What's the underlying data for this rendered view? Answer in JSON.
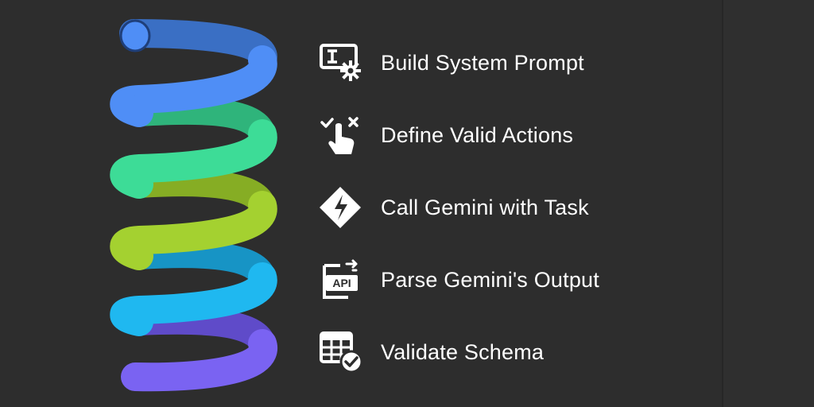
{
  "colors": {
    "background": "#2d2d2d",
    "text": "#ffffff",
    "coil_blue": "#4f8ef6",
    "coil_green": "#3ddc97",
    "coil_lime": "#a4d130",
    "coil_cyan": "#1fb8f0",
    "coil_purple": "#7a63f2"
  },
  "steps": [
    {
      "label": "Build System Prompt",
      "icon": "text-cursor-gear-icon"
    },
    {
      "label": "Define Valid Actions",
      "icon": "tap-check-cross-icon"
    },
    {
      "label": "Call Gemini with Task",
      "icon": "diamond-bolt-icon"
    },
    {
      "label": "Parse Gemini's Output",
      "icon": "api-document-icon"
    },
    {
      "label": "Validate Schema",
      "icon": "table-check-icon"
    }
  ]
}
